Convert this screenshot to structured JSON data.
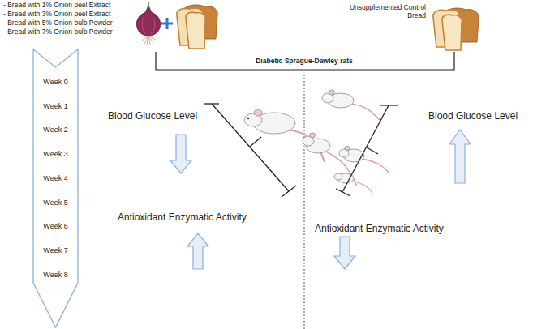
{
  "diagram": {
    "nodes": [
      {
        "text": [
          "Week 0",
          "Week 1",
          "Week 2",
          "Week 3",
          "Week 4",
          "Week 5",
          "Week 6",
          "Week 7",
          "Week 8"
        ]
      }
    ],
    "labels": [
      "- Bread with 1% Onion peel Extract",
      "- Bread with 3% Onion peel Extract",
      "- Bread with 5% Onion bulb Powder",
      "- Bread with 7% Onion bulb Powder",
      "Unsupplemented Control Bread",
      "Diabetic Sprague-Dawley rats",
      "Blood Glucose Level",
      "Antioxidant Enzymatic Activity",
      "Blood Glucose Level",
      "Antioxidant Enzymatic Activity"
    ]
  }
}
